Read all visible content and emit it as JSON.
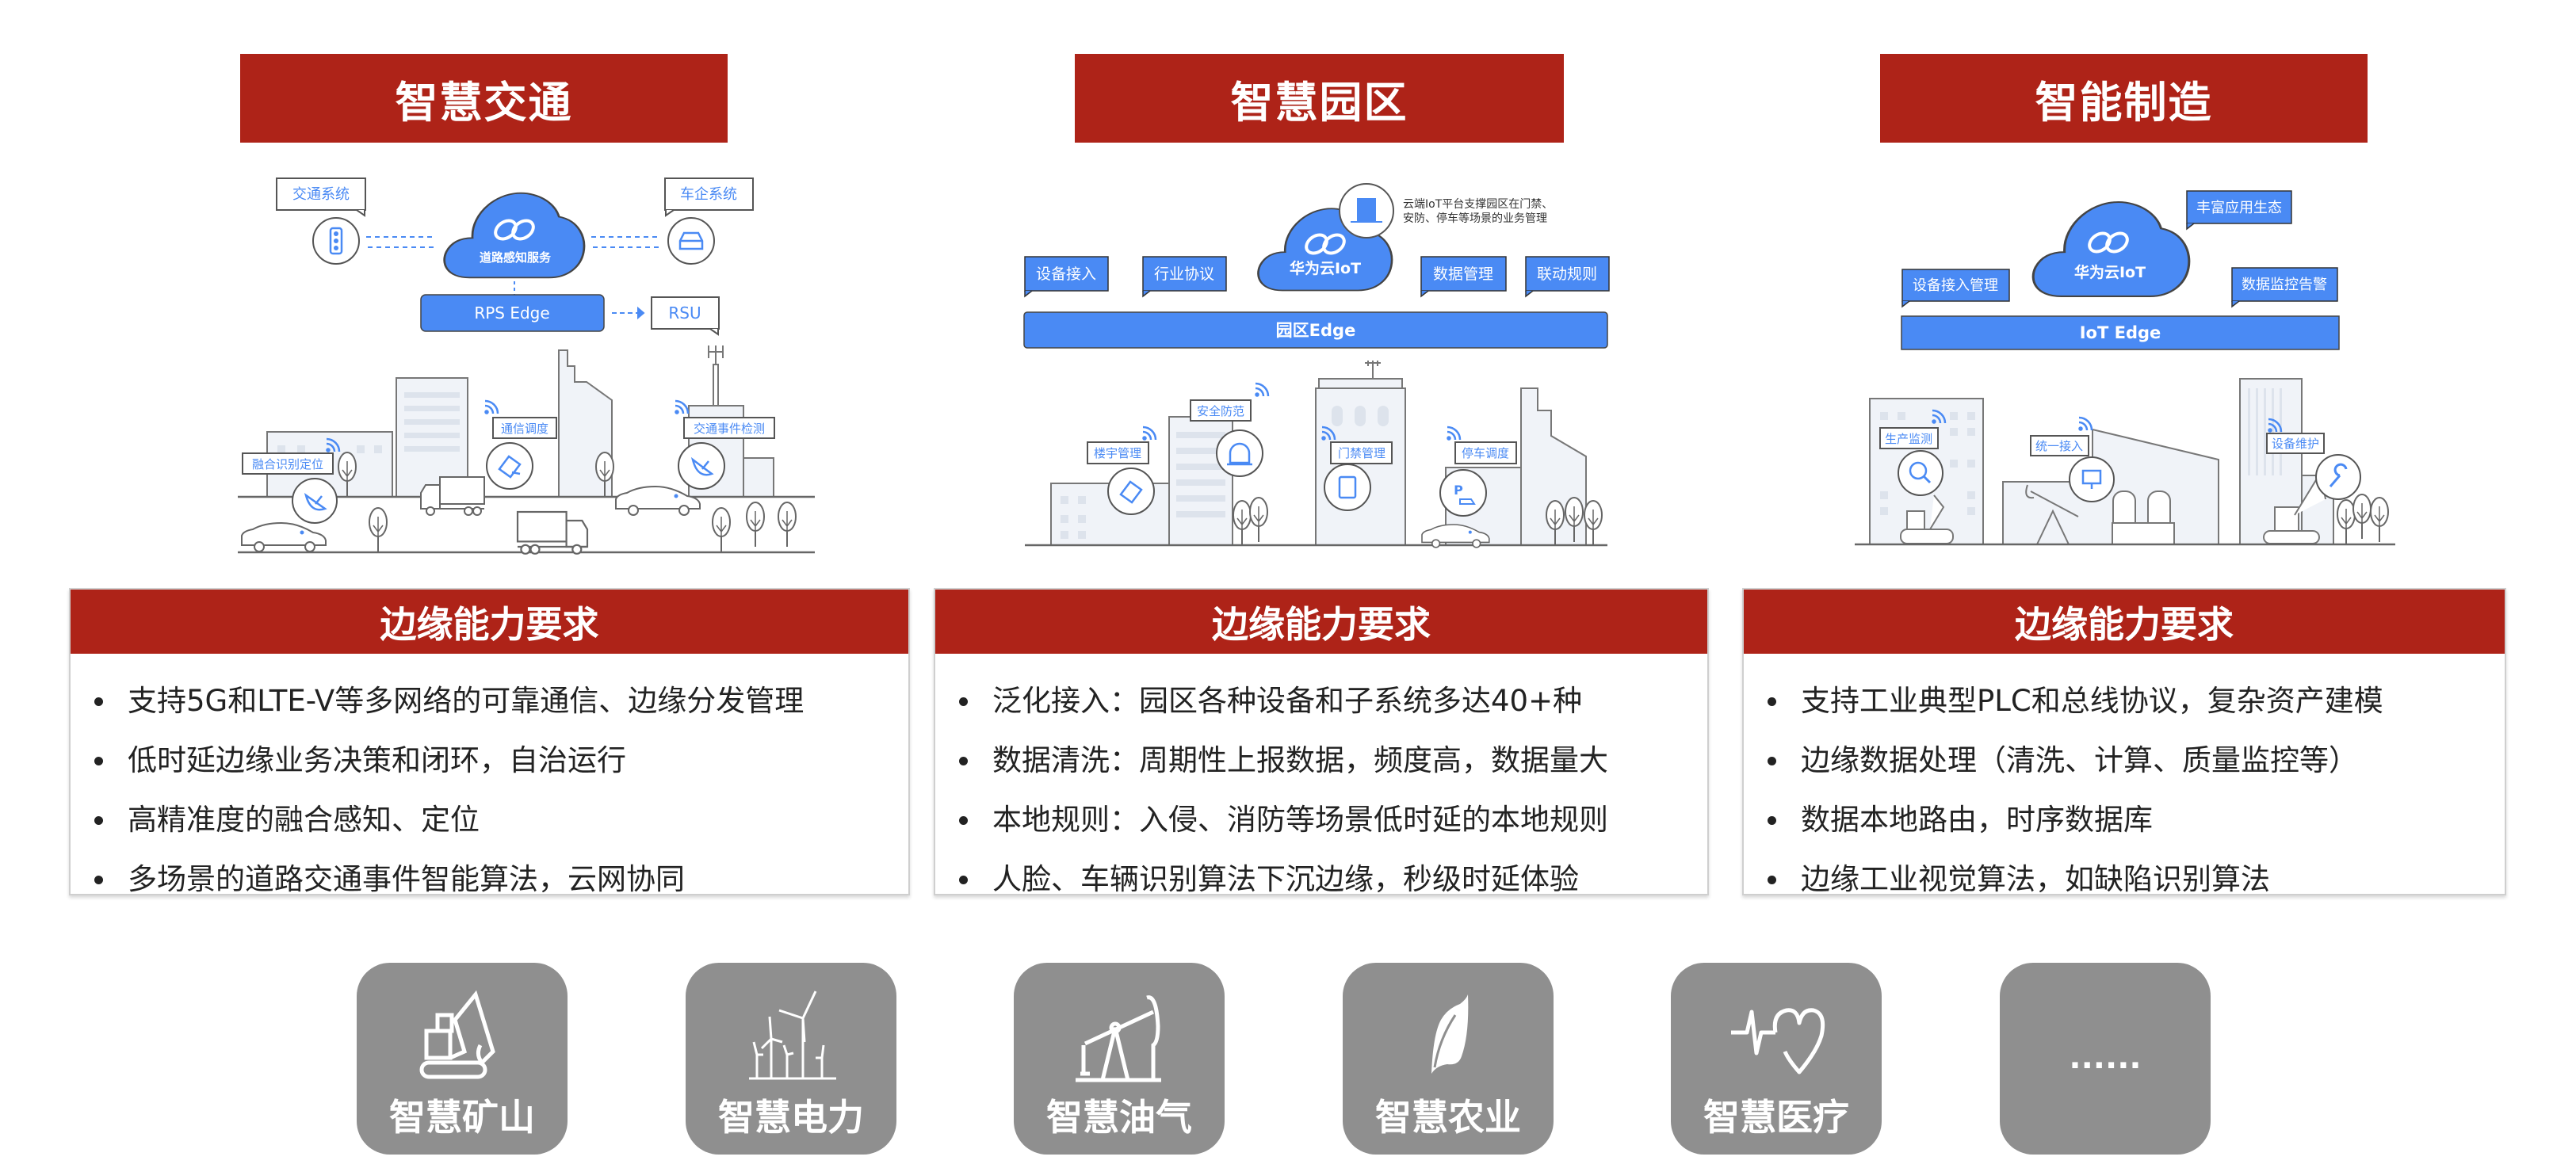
{
  "colors": {
    "red": "#ae2318",
    "blue": "#4a8af4",
    "tile_gray": "#8f8f8f"
  },
  "panels": [
    {
      "title": "智慧交通",
      "diagram": {
        "systems": [
          "交通系统",
          "车企系统"
        ],
        "cloud": "道路感知服务",
        "edge": "RPS Edge",
        "rsu": "RSU",
        "labels": [
          "融合识别定位",
          "通信调度",
          "交通事件检测"
        ]
      },
      "card": {
        "header": "边缘能力要求",
        "bullets": [
          "支持5G和LTE-V等多网络的可靠通信、边缘分发管理",
          "低时延边缘业务决策和闭环，自治运行",
          "高精准度的融合感知、定位",
          "多场景的道路交通事件智能算法，云网协同"
        ]
      }
    },
    {
      "title": "智慧园区",
      "diagram": {
        "cloud": "华为云IoT",
        "note": [
          "云端IoT平台支撑园区在门禁、",
          "安防、停车等场景的业务管理"
        ],
        "tags": [
          "设备接入",
          "行业协议",
          "数据管理",
          "联动规则"
        ],
        "edge": "园区Edge",
        "labels": [
          "楼宇管理",
          "安全防范",
          "门禁管理",
          "停车调度"
        ]
      },
      "card": {
        "header": "边缘能力要求",
        "bullets": [
          "泛化接入：园区各种设备和子系统多达40+种",
          "数据清洗：周期性上报数据，频度高，数据量大",
          "本地规则：入侵、消防等场景低时延的本地规则",
          "人脸、车辆识别算法下沉边缘，秒级时延体验"
        ]
      }
    },
    {
      "title": "智能制造",
      "diagram": {
        "cloud": "华为云IoT",
        "tags": [
          "丰富应用生态",
          "设备接入管理",
          "数据监控告警"
        ],
        "edge": "IoT Edge",
        "labels": [
          "生产监测",
          "统一接入",
          "设备维护"
        ]
      },
      "card": {
        "header": "边缘能力要求",
        "bullets": [
          "支持工业典型PLC和总线协议，复杂资产建模",
          "边缘数据处理（清洗、计算、质量监控等）",
          "数据本地路由，时序数据库",
          "边缘工业视觉算法，如缺陷识别算法"
        ]
      }
    }
  ],
  "tiles": [
    {
      "label": "智慧矿山",
      "icon": "excavator-icon"
    },
    {
      "label": "智慧电力",
      "icon": "wind-turbine-icon"
    },
    {
      "label": "智慧油气",
      "icon": "oil-pump-icon"
    },
    {
      "label": "智慧农业",
      "icon": "leaf-icon"
    },
    {
      "label": "智慧医疗",
      "icon": "heartbeat-icon"
    },
    {
      "label": "......",
      "icon": ""
    }
  ]
}
